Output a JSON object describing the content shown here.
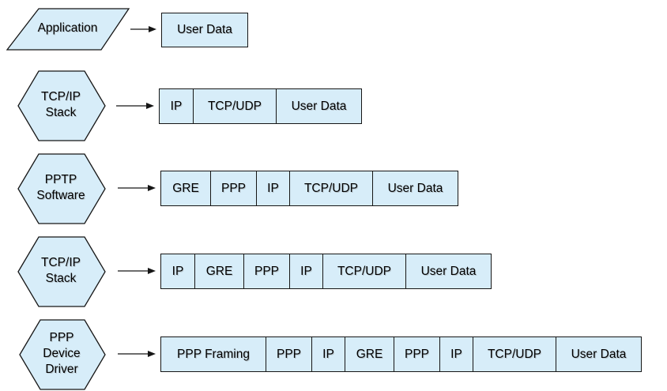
{
  "diagram": {
    "description": "PPTP encapsulation layers diagram",
    "colors": {
      "shape_fill": "#d7edf9",
      "shape_stroke": "#161616",
      "text": "#000000",
      "background": "#ffffff"
    },
    "segment_widths": {
      "IP": 42,
      "GRE": 62,
      "PPP": 58,
      "TCP/UDP": 105,
      "User Data": 108,
      "PPP Framing": 132
    },
    "rows": [
      {
        "shape": {
          "type": "parallelogram",
          "lines": [
            "Application"
          ]
        },
        "segments": [
          "User Data"
        ]
      },
      {
        "shape": {
          "type": "hexagon",
          "lines": [
            "TCP/IP",
            "Stack"
          ]
        },
        "segments": [
          "IP",
          "TCP/UDP",
          "User Data"
        ]
      },
      {
        "shape": {
          "type": "hexagon",
          "lines": [
            "PPTP",
            "Software"
          ]
        },
        "segments": [
          "GRE",
          "PPP",
          "IP",
          "TCP/UDP",
          "User Data"
        ]
      },
      {
        "shape": {
          "type": "hexagon",
          "lines": [
            "TCP/IP",
            "Stack"
          ]
        },
        "segments": [
          "IP",
          "GRE",
          "PPP",
          "IP",
          "TCP/UDP",
          "User Data"
        ]
      },
      {
        "shape": {
          "type": "hexagon",
          "lines": [
            "PPP",
            "Device",
            "Driver"
          ]
        },
        "segments": [
          "PPP Framing",
          "PPP",
          "IP",
          "GRE",
          "PPP",
          "IP",
          "TCP/UDP",
          "User Data"
        ]
      }
    ]
  }
}
